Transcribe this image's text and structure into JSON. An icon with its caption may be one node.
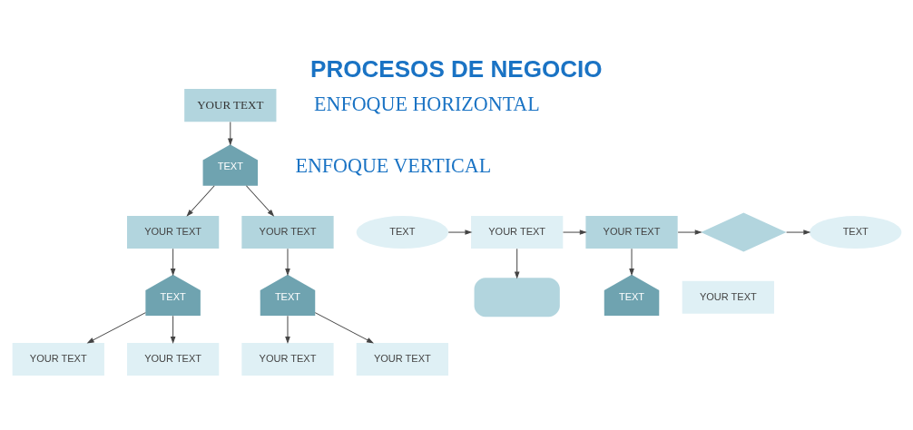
{
  "diagram": {
    "title": "PROCESOS DE NEGOCIO",
    "nodes": [
      {
        "text": [
          "YOUR TEXT"
        ]
      },
      {
        "text": [
          "TEXT"
        ]
      },
      {
        "text": [
          "YOUR TEXT"
        ]
      },
      {
        "text": [
          "YOUR TEXT"
        ]
      },
      {
        "text": [
          "TEXT"
        ]
      },
      {
        "text": [
          "TEXT"
        ]
      },
      {
        "text": [
          "YOUR TEXT"
        ]
      },
      {
        "text": [
          "YOUR TEXT"
        ]
      },
      {
        "text": [
          "YOUR TEXT"
        ]
      },
      {
        "text": [
          "YOUR TEXT"
        ]
      },
      {
        "text": [
          "TEXT"
        ]
      },
      {
        "text": [
          "YOUR TEXT"
        ]
      },
      {
        "text": [
          "YOUR TEXT"
        ]
      },
      {
        "text": [],
        "shape": "diamond"
      },
      {
        "text": [
          "TEXT"
        ]
      },
      {
        "text": [],
        "shape": "box"
      },
      {
        "text": [
          "TEXT"
        ]
      },
      {
        "text": [
          "YOUR TEXT"
        ]
      }
    ],
    "edges": [
      {
        "from": 0,
        "to": 1,
        "arrow": "to"
      },
      {
        "from": 1,
        "to": 2,
        "arrow": "to"
      },
      {
        "from": 1,
        "to": 3,
        "arrow": "to"
      },
      {
        "from": 2,
        "to": 4,
        "arrow": "to"
      },
      {
        "from": 3,
        "to": 5,
        "arrow": "to"
      },
      {
        "from": 4,
        "to": 6,
        "arrow": "to"
      },
      {
        "from": 4,
        "to": 7,
        "arrow": "to"
      },
      {
        "from": 5,
        "to": 8,
        "arrow": "to"
      },
      {
        "from": 5,
        "to": 9,
        "arrow": "to"
      },
      {
        "from": 10,
        "to": 11,
        "arrow": "to"
      },
      {
        "from": 11,
        "to": 12,
        "arrow": "to"
      },
      {
        "from": 12,
        "to": 13,
        "arrow": "to"
      },
      {
        "from": 13,
        "to": 14,
        "arrow": "to"
      },
      {
        "from": 11,
        "to": 15,
        "arrow": "to"
      },
      {
        "from": 12,
        "to": 16,
        "arrow": "to"
      }
    ],
    "labels": [
      "ENFOQUE VERTICAL",
      "ENFOQUE HORIZONTAL"
    ]
  }
}
